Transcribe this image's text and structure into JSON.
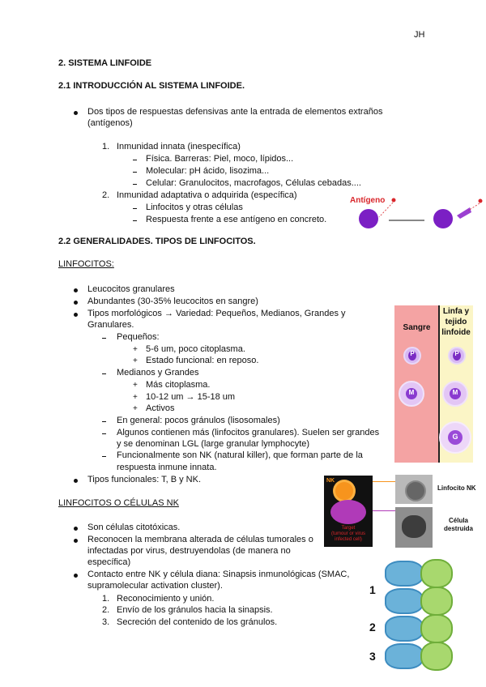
{
  "header": {
    "initials": "JH"
  },
  "section2": {
    "title": "2. SISTEMA LINFOIDE",
    "sub21": "2.1 INTRODUCCIÓN AL SISTEMA LINFOIDE.",
    "intro_bullet_l1": "Dos tipos de respuestas defensivas ante la entrada de elementos extraños",
    "intro_bullet_l2": "(antígenos)",
    "item1": {
      "num": "1.",
      "label": "Inmunidad innata (inespecífica)",
      "subs": [
        "Física. Barreras: Piel, moco, lípidos...",
        "Molecular: pH ácido, lisozima...",
        "Celular: Granulocitos, macrofagos, Células cebadas...."
      ]
    },
    "item2": {
      "num": "2.",
      "label": "Inmunidad adaptativa o adquirida (específica)",
      "subs": [
        "Linfocitos y otras células",
        "Respuesta frente a ese antígeno en concreto."
      ]
    },
    "antigen_label": "Antígeno",
    "sub22": "2.2 GENERALIDADES. TIPOS DE LINFOCITOS.",
    "linfocitos_heading": "LINFOCITOS:",
    "bullets": [
      "Leucocitos granulares",
      "Abundantes (30-35% leucocitos en sangre)"
    ],
    "morf_l1": "Tipos morfológicos → Variedad: Pequeños, Medianos, Grandes y",
    "morf_l2": "Granulares.",
    "pequenos": "Pequeños:",
    "pequenos_subs": [
      "5-6 um, poco citoplasma.",
      "Estado funcional: en reposo."
    ],
    "medianos": "Medianos y Grandes",
    "medianos_subs": [
      "Más citoplasma.",
      "10-12 um → 15-18 um",
      "Activos"
    ],
    "general": "En general: pocos gránulos (lisosomales)",
    "algunos_l1": "Algunos contienen más (linfocitos granulares). Suelen ser grandes",
    "algunos_l2": "y se denominan LGL (large granular lymphocyte)",
    "func_l1": "Funcionalmente son NK (natural killer), que forman parte de la",
    "func_l2": "respuesta inmune innata.",
    "tipos_func": "Tipos funcionales: T, B y NK.",
    "nk_heading": "LINFOCITOS O CÉLULAS NK",
    "nk_b1": "Son células citotóxicas.",
    "nk_b2_l1": "Reconocen la membrana alterada de células tumorales o",
    "nk_b2_l2": "infectadas por virus, destruyendolas (de manera no",
    "nk_b2_l3": "específica)",
    "nk_b3_l1": "Contacto entre NK y célula diana: Sinapsis inmunológicas (SMAC,",
    "nk_b3_l2": "supramolecular activation cluster).",
    "nk_steps": [
      {
        "num": "1.",
        "label": "Reconocimiento y unión."
      },
      {
        "num": "2.",
        "label": "Envío de los gránulos hacia la sinapsis."
      },
      {
        "num": "3.",
        "label": "Secreción del contenido de los gránulos."
      }
    ]
  },
  "figure_blood": {
    "col1": "Sangre",
    "col2_l1": "Linfa y",
    "col2_l2": "tejido",
    "col2_l3": "linfoide",
    "cells": [
      "P",
      "M",
      "P",
      "M",
      "G"
    ]
  },
  "figure_nk": {
    "nk_label": "NK",
    "target_l1": "Target",
    "target_l2": "(tumour or virus",
    "target_l3": "infected cell)",
    "label_linfocito": "Linfocito NK",
    "label_celula_l1": "Célula",
    "label_celula_l2": "destruida"
  },
  "figure_synapse": {
    "steps": [
      "1",
      "2",
      "3"
    ]
  },
  "colors": {
    "pink": "#f4a3a3",
    "yellow": "#fbf5c6",
    "purple": "#8a1fc9",
    "red": "#d9262b"
  }
}
